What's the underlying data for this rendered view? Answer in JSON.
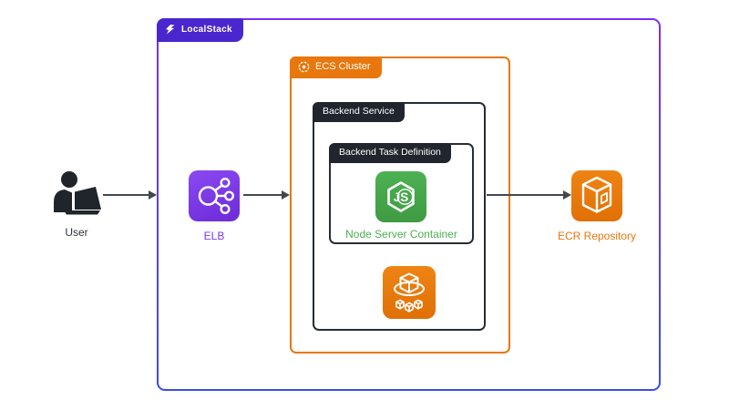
{
  "containers": {
    "localstack": {
      "label": "LocalStack"
    },
    "ecs_cluster": {
      "label": "ECS Cluster"
    },
    "backend_service": {
      "label": "Backend Service"
    },
    "backend_task": {
      "label": "Backend Task Definition"
    }
  },
  "nodes": {
    "user": {
      "label": "User"
    },
    "elb": {
      "label": "ELB"
    },
    "node_server": {
      "label": "Node Server Container"
    },
    "ecr": {
      "label": "ECR Repository"
    }
  },
  "icons": {
    "localstack_logo": "localstack-logo-icon",
    "ecs_cluster": "ecs-cluster-icon",
    "user": "user-at-laptop-icon",
    "elb": "load-balancer-icon",
    "nodejs": "nodejs-hexagon-icon",
    "nodejs_badge": "JS",
    "ecs_service": "ecs-service-icon",
    "ecr": "ecr-repository-icon"
  },
  "colors": {
    "localstack_purple": "#4A26CF",
    "frame_gradient_top": "#7B2FF7",
    "frame_gradient_bottom": "#3C4CE8",
    "aws_orange": "#E8770D",
    "dark_label_bg": "#20252E",
    "node_green": "#43A047",
    "node_label_green": "#4CAF50",
    "elb_purple": "#7C3AED",
    "arrow_gray": "#42474E"
  }
}
